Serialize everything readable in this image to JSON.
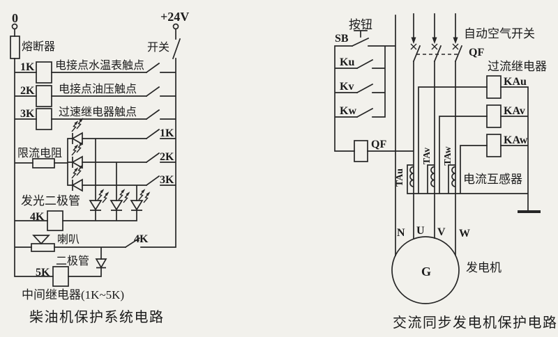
{
  "page": {
    "background": "#f2f1ec",
    "ink": "#262626"
  },
  "left": {
    "title": "柴油机保护系统电路",
    "source_terminal": "0",
    "supply_terminal": "+24V",
    "fuse": "熔断器",
    "main_switch": "开关",
    "relays": [
      {
        "id": "1K",
        "contact": "电接点水温表触点"
      },
      {
        "id": "2K",
        "contact": "电接点油压触点"
      },
      {
        "id": "3K",
        "contact": "过速继电器触点"
      }
    ],
    "resistor": "限流电阻",
    "led_label": "发光二极管",
    "led_contacts": [
      "1K",
      "2K",
      "3K"
    ],
    "horn_relay": "4K",
    "horn": "喇叭",
    "horn_contact": "4K",
    "diode": "二极管",
    "final_relay": "5K",
    "note": "中间继电器(1K~5K)"
  },
  "right": {
    "title": "交流同步发电机保护电路",
    "button_label": "按钮",
    "button_id": "SB",
    "contacts": [
      "Ku",
      "Kv",
      "Kw"
    ],
    "trip_coil": "QF",
    "breaker_label": "自动空气开关",
    "breaker_id": "QF",
    "overcurrent_label": "过流继电器",
    "overcurrent_relays": [
      "KAu",
      "KAv",
      "KAw"
    ],
    "ct_label": "电流互感器",
    "cts": [
      "TAu",
      "TAv",
      "TAw"
    ],
    "phases": [
      "N",
      "U",
      "V",
      "W"
    ],
    "generator_symbol": "G",
    "generator_label": "发电机"
  }
}
